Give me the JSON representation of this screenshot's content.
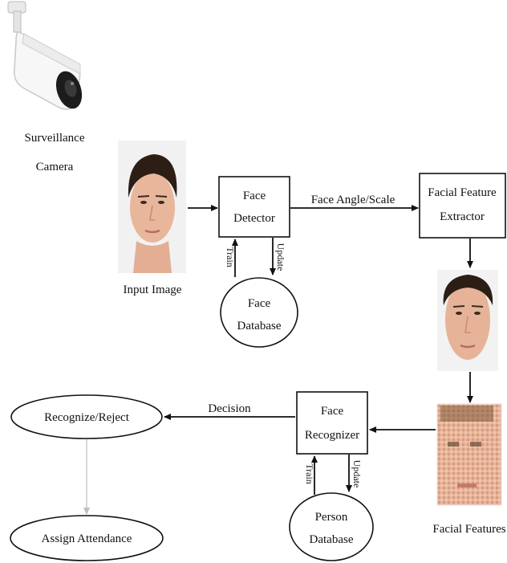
{
  "camera": {
    "label_line1": "Surveillance",
    "label_line2": "Camera",
    "icon": "surveillance-camera-icon"
  },
  "input_image": {
    "label": "Input Image",
    "icon": "face-photo"
  },
  "face_detector": {
    "line1": "Face",
    "line2": "Detector"
  },
  "face_database": {
    "line1": "Face",
    "line2": "Database",
    "train_label": "Train",
    "update_label": "Update"
  },
  "facial_feature_extractor": {
    "line1": "Facial Feature",
    "line2": "Extractor"
  },
  "edge_angle_scale": {
    "label": "Face Angle/Scale"
  },
  "facial_features": {
    "label": "Facial Features",
    "icon": "pixelated-face-photo"
  },
  "face_recognizer": {
    "line1": "Face",
    "line2": "Recognizer"
  },
  "person_database": {
    "line1": "Person",
    "line2": "Database",
    "train_label": "Train",
    "update_label": "Update"
  },
  "edge_decision": {
    "label": "Decision"
  },
  "recognize_reject": {
    "label": "Recognize/Reject"
  },
  "assign_attendance": {
    "label": "Assign Attendance"
  },
  "colors": {
    "line": "#111111",
    "skin": "#e5b49a",
    "hair": "#2b1d14",
    "light_line": "#bdbdbd"
  }
}
